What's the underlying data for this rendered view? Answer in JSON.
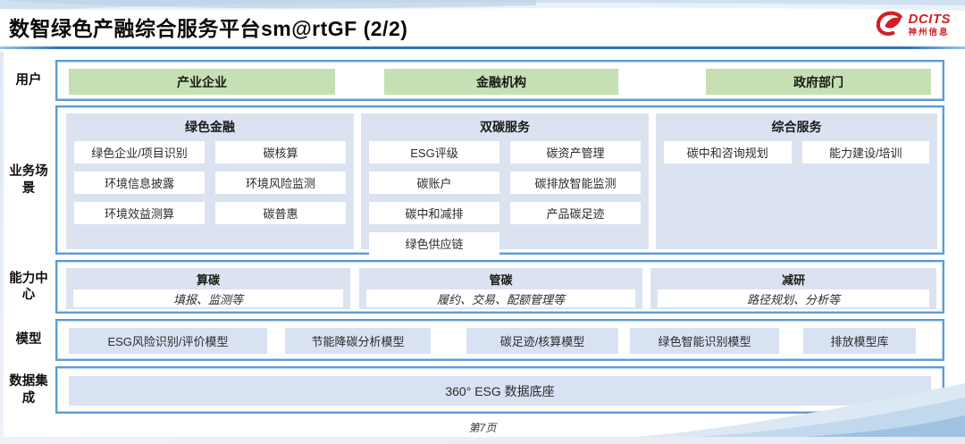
{
  "header": {
    "title": "数智绿色产融综合服务平台sm@rtGF (2/2)",
    "logo": {
      "brand": "DCITS",
      "company": "神州信息"
    }
  },
  "rows": {
    "users": {
      "label": "用户",
      "items": [
        "产业企业",
        "金融机构",
        "政府部门"
      ]
    },
    "scenarios": {
      "label": "业务场景",
      "groups": [
        {
          "title": "绿色金融",
          "items": [
            "绿色企业/项目识别",
            "碳核算",
            "环境信息披露",
            "环境风险监测",
            "环境效益测算",
            "碳普惠"
          ]
        },
        {
          "title": "双碳服务",
          "items": [
            "ESG评级",
            "碳资产管理",
            "碳账户",
            "碳排放智能监测",
            "碳中和减排",
            "产品碳足迹",
            "绿色供应链"
          ]
        },
        {
          "title": "综合服务",
          "items": [
            "碳中和咨询规划",
            "能力建设/培训"
          ]
        }
      ]
    },
    "capability": {
      "label": "能力中心",
      "groups": [
        {
          "title": "算碳",
          "desc": "填报、监测等"
        },
        {
          "title": "管碳",
          "desc": "履约、交易、配额管理等"
        },
        {
          "title": "减研",
          "desc": "路径规划、分析等"
        }
      ]
    },
    "models": {
      "label": "模型",
      "items": [
        "ESG风险识别/评价模型",
        "节能降碳分析模型",
        "碳足迹/核算模型",
        "绿色智能识别模型",
        "排放模型库"
      ]
    },
    "data": {
      "label": "数据集成",
      "items": [
        "360° ESG 数据底座"
      ]
    }
  },
  "footer": {
    "page": "第7页"
  },
  "colors": {
    "frame_blue": "#5B9BD5",
    "title_rule_blue": "#2E74B5",
    "user_green": "#C6E0B4",
    "panel_blue": "#DBE3F1",
    "model_blue": "#D9E2F3",
    "logo_red": "#D21F26"
  }
}
